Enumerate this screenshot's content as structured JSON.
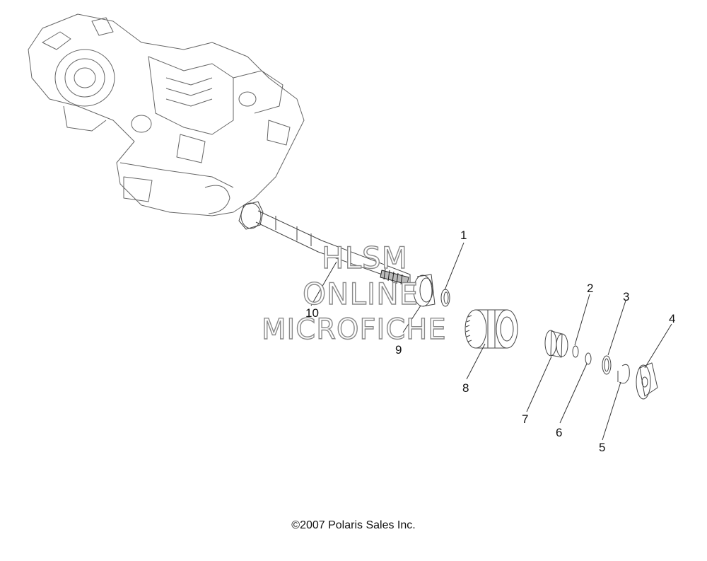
{
  "watermark": {
    "line1": "HLSM",
    "line2": "ONLINE",
    "line3": "MICROFICHE"
  },
  "callouts": [
    {
      "id": "1",
      "label": "1"
    },
    {
      "id": "2",
      "label": "2"
    },
    {
      "id": "3",
      "label": "3"
    },
    {
      "id": "4",
      "label": "4"
    },
    {
      "id": "5",
      "label": "5"
    },
    {
      "id": "6",
      "label": "6"
    },
    {
      "id": "7",
      "label": "7"
    },
    {
      "id": "8",
      "label": "8"
    },
    {
      "id": "9",
      "label": "9"
    },
    {
      "id": "10",
      "label": "10"
    }
  ],
  "copyright": "©2007 Polaris Sales Inc.",
  "colors": {
    "line": "#333333",
    "watermark_stroke": "#8a8a8a",
    "background": "#ffffff"
  }
}
